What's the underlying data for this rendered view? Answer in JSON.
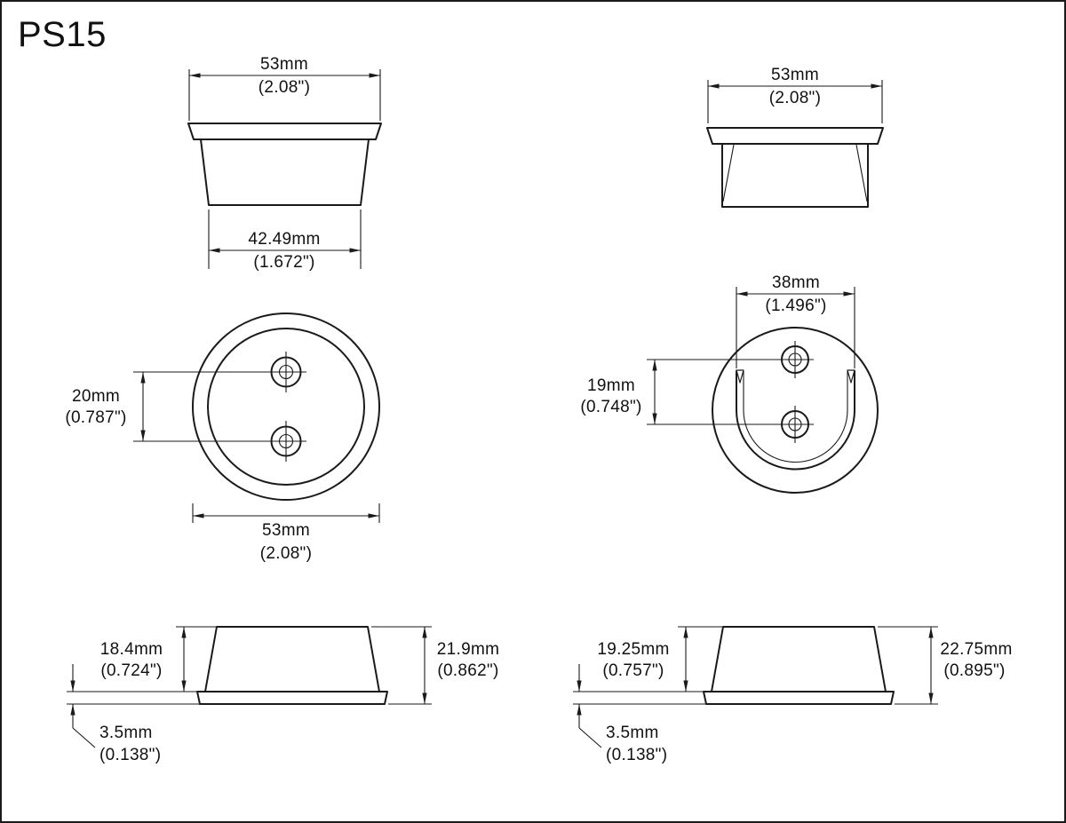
{
  "title": "PS15",
  "views": {
    "side_a": {
      "width_mm": "53mm",
      "width_in": "(2.08\")",
      "base_mm": "42.49mm",
      "base_in": "(1.672\")"
    },
    "side_b": {
      "width_mm": "53mm",
      "width_in": "(2.08\")"
    },
    "front_a": {
      "hole_pitch_mm": "20mm",
      "hole_pitch_in": "(0.787\")",
      "diameter_mm": "53mm",
      "diameter_in": "(2.08\")"
    },
    "front_b": {
      "slot_width_mm": "38mm",
      "slot_width_in": "(1.496\")",
      "hole_pitch_mm": "19mm",
      "hole_pitch_in": "(0.748\")"
    },
    "profile_a": {
      "body_height_mm": "18.4mm",
      "body_height_in": "(0.724\")",
      "overall_height_mm": "21.9mm",
      "overall_height_in": "(0.862\")",
      "flange_mm": "3.5mm",
      "flange_in": "(0.138\")"
    },
    "profile_b": {
      "body_height_mm": "19.25mm",
      "body_height_in": "(0.757\")",
      "overall_height_mm": "22.75mm",
      "overall_height_in": "(0.895\")",
      "flange_mm": "3.5mm",
      "flange_in": "(0.138\")"
    }
  }
}
